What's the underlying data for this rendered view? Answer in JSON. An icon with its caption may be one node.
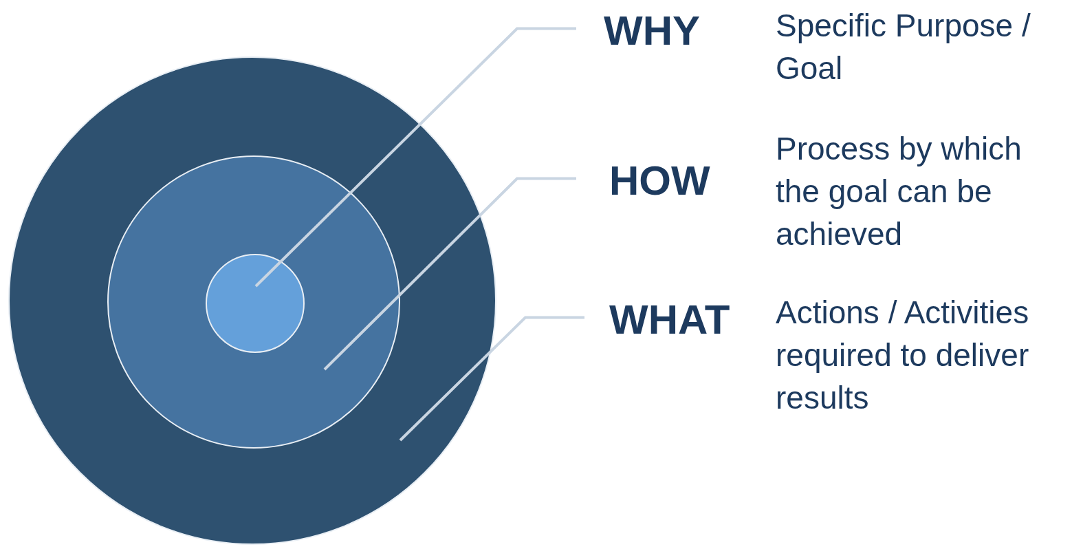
{
  "diagram": {
    "nodes": [
      {
        "text": [],
        "shape": "circle"
      },
      {
        "text": [],
        "shape": "circle",
        "in": 0
      },
      {
        "text": [],
        "shape": "circle",
        "in": 1
      },
      {
        "text": [
          "WHY"
        ],
        "beside": [
          "Specific Purpose / Goal"
        ]
      },
      {
        "text": [
          "HOW"
        ],
        "beside": [
          "Process by which the goal can be achieved"
        ]
      },
      {
        "text": [
          "WHAT"
        ],
        "beside": [
          "Actions / Activities required to deliver results"
        ]
      }
    ],
    "edges": [
      {
        "from": 3,
        "to": 2,
        "arrow": "none"
      },
      {
        "from": 4,
        "to": 1,
        "arrow": "none"
      },
      {
        "from": 5,
        "to": 0,
        "arrow": "none"
      }
    ]
  }
}
